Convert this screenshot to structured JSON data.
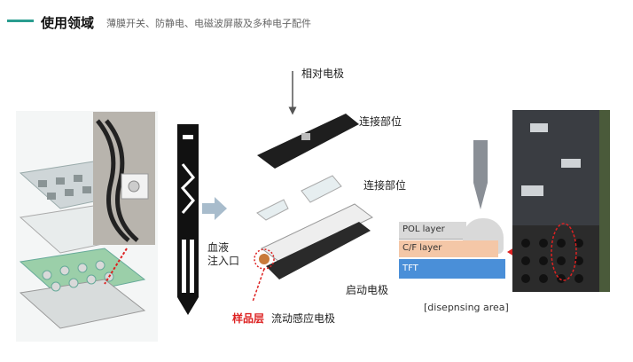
{
  "header": {
    "title": "使用领域",
    "subtitle": "薄膜开关、防静电、电磁波屏蔽及多种电子配件"
  },
  "sensor_labels": {
    "relative_electrode": "相对电极",
    "connection_part_1": "连接部位",
    "connection_part_2": "连接部位",
    "blood_inlet": "血液\n注入口",
    "start_electrode": "启动电极",
    "sample_layer": "样品层",
    "flow_sense_electrode": "流动感应电极"
  },
  "dispense": {
    "layers": [
      {
        "label": "POL layer",
        "color": "#d9d9d9"
      },
      {
        "label": "C/F layer",
        "color": "#f4c7a7"
      },
      {
        "label": "TFT",
        "color": "#4a8fd8"
      }
    ],
    "caption": "[disepnsing area]"
  },
  "colors": {
    "accent": "#2a9d8f",
    "highlight_red": "#d22222"
  }
}
